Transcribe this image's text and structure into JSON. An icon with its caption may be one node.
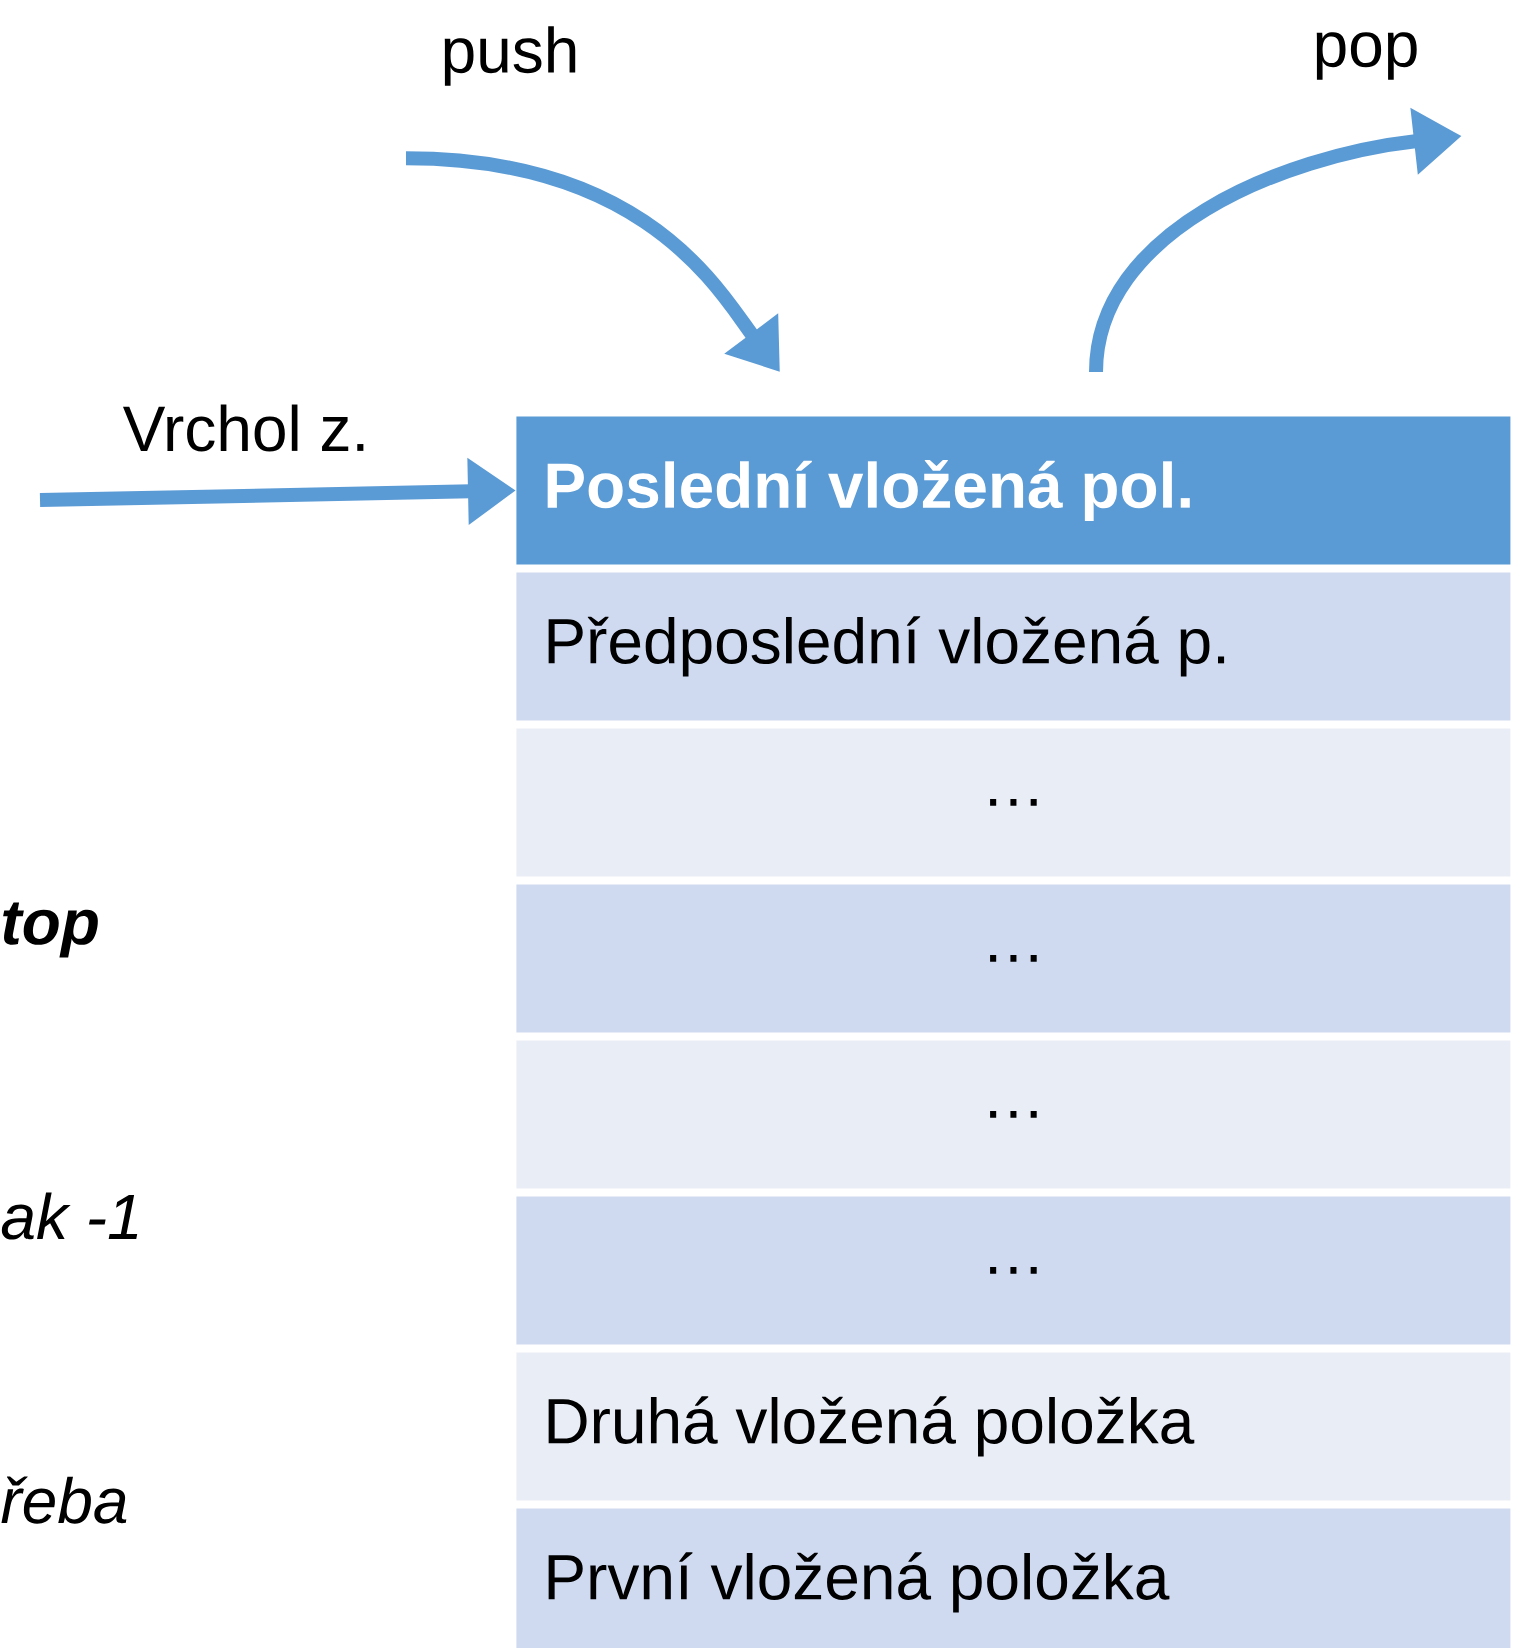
{
  "diagram": {
    "nodes": [
      {
        "text": [
          "push"
        ]
      },
      {
        "text": [
          "pop"
        ]
      },
      {
        "text": [
          "Poslední vložená pol."
        ]
      },
      {
        "text": [
          "Předposlední vložená p."
        ]
      },
      {
        "text": [
          "…"
        ]
      },
      {
        "text": [
          "…"
        ]
      },
      {
        "text": [
          "…"
        ]
      },
      {
        "text": [
          "…"
        ]
      },
      {
        "text": [
          "Druhá vložená položka"
        ]
      },
      {
        "text": [
          "První vložená položka"
        ]
      }
    ],
    "edges": [
      {
        "from": 0,
        "to": 2,
        "arrow": "to"
      },
      {
        "from": 2,
        "to": 1,
        "arrow": "to"
      },
      {
        "from": null,
        "to": 2,
        "arrow": "to",
        "label": "Vrchol z."
      }
    ],
    "labels": [
      "top",
      "ak -1",
      "řeba"
    ]
  }
}
